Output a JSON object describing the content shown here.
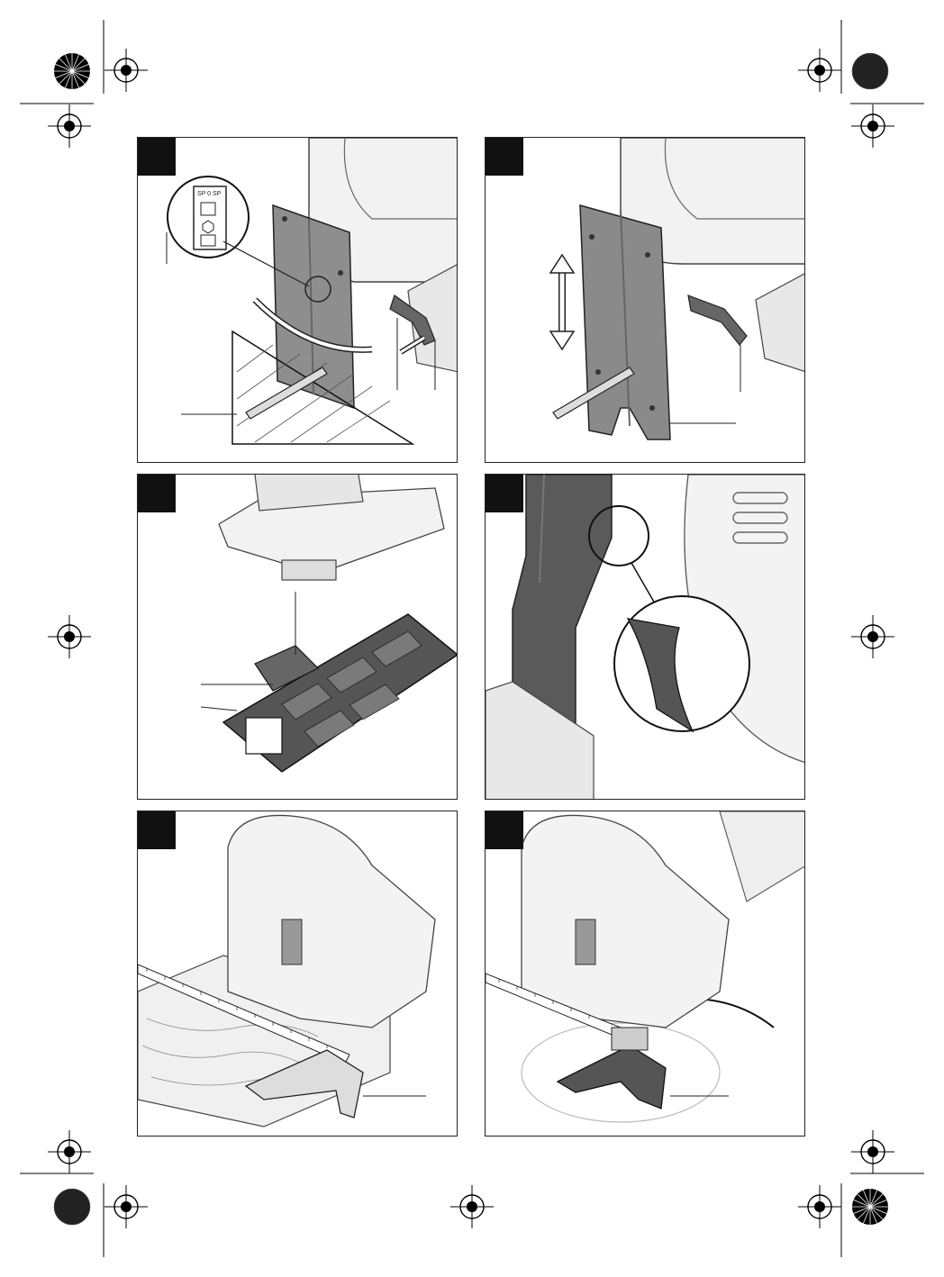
{
  "page": {
    "title": ""
  },
  "panels": [
    {
      "id": "fig1",
      "number": "",
      "inset_scale": "SP 0 SP"
    },
    {
      "id": "fig2",
      "number": ""
    },
    {
      "id": "fig3",
      "number": ""
    },
    {
      "id": "fig4",
      "number": ""
    },
    {
      "id": "fig5",
      "number": ""
    },
    {
      "id": "fig6",
      "number": ""
    }
  ],
  "colors": {
    "ink": "#111111",
    "grey_dark": "#555555",
    "grey_mid": "#8a8a8a",
    "grey_light": "#d6d6d6"
  },
  "icons": [
    "registration-mark-icon",
    "starburst-icon",
    "crop-mark-icon",
    "double-arrow-icon"
  ]
}
